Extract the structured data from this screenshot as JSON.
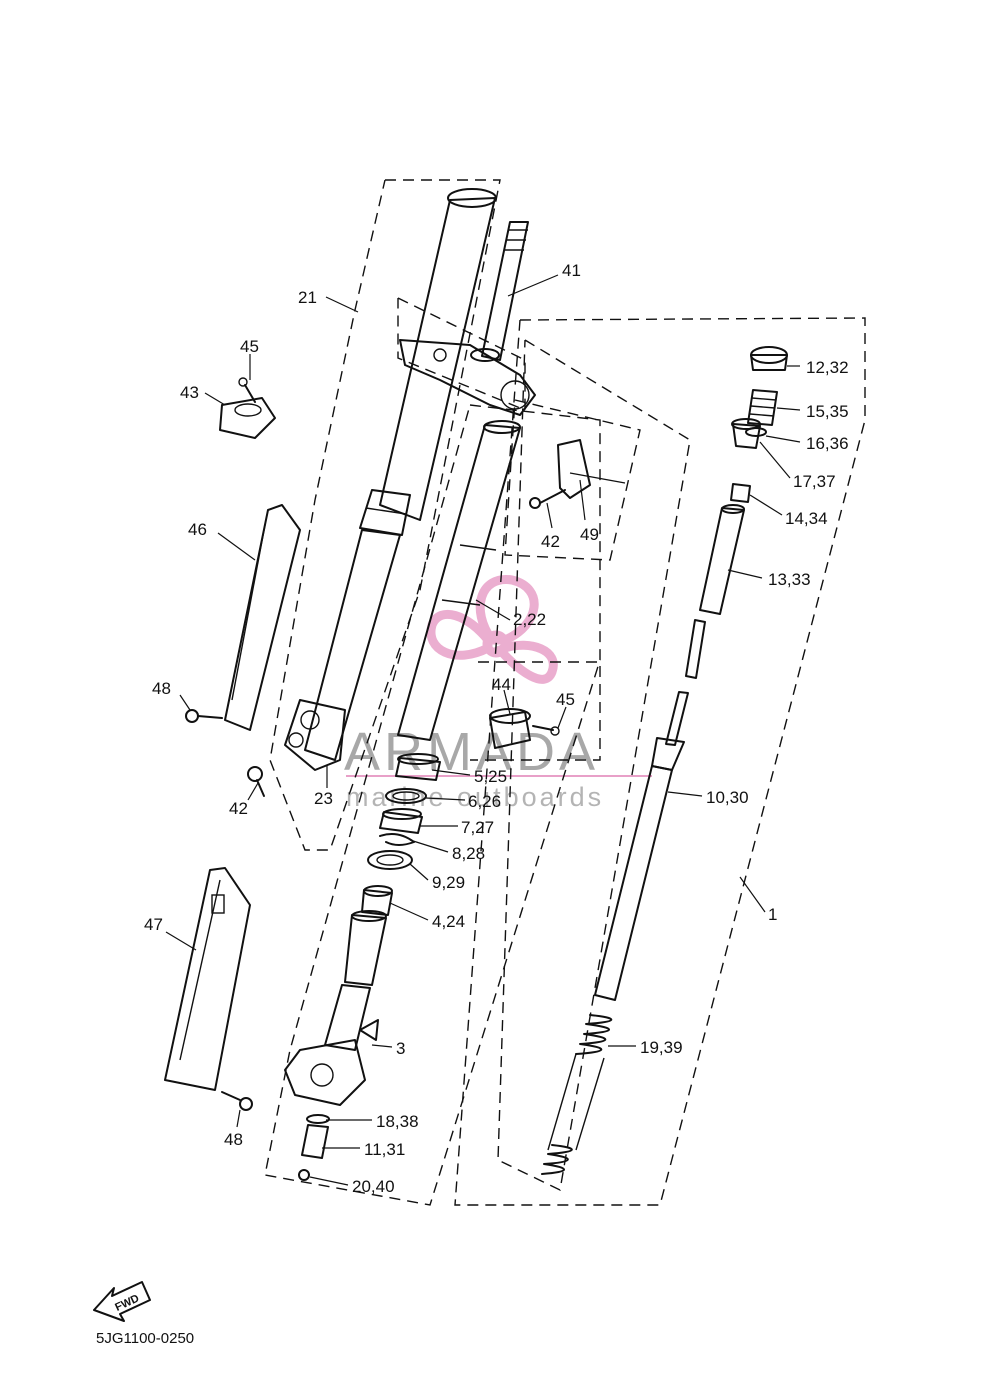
{
  "watermark": {
    "title": "ARMADA",
    "subtitle": "marine outboards",
    "color": "#e8a0c8"
  },
  "direction_label": "FWD",
  "diagram_code": "5JG1100-0250",
  "callouts": [
    {
      "id": "c21",
      "text": "21"
    },
    {
      "id": "c41",
      "text": "41"
    },
    {
      "id": "c45a",
      "text": "45"
    },
    {
      "id": "c43",
      "text": "43"
    },
    {
      "id": "c12",
      "text": "12,32"
    },
    {
      "id": "c15",
      "text": "15,35"
    },
    {
      "id": "c16",
      "text": "16,36"
    },
    {
      "id": "c17",
      "text": "17,37"
    },
    {
      "id": "c14",
      "text": "14,34"
    },
    {
      "id": "c42a",
      "text": "42"
    },
    {
      "id": "c49",
      "text": "49"
    },
    {
      "id": "c46",
      "text": "46"
    },
    {
      "id": "c13",
      "text": "13,33"
    },
    {
      "id": "c2",
      "text": "2,22"
    },
    {
      "id": "c44",
      "text": "44"
    },
    {
      "id": "c45b",
      "text": "45"
    },
    {
      "id": "c48a",
      "text": "48"
    },
    {
      "id": "c5",
      "text": "5,25"
    },
    {
      "id": "c10",
      "text": "10,30"
    },
    {
      "id": "c6",
      "text": "6,26"
    },
    {
      "id": "c42b",
      "text": "42"
    },
    {
      "id": "c23",
      "text": "23"
    },
    {
      "id": "c7",
      "text": "7,27"
    },
    {
      "id": "c8",
      "text": "8,28"
    },
    {
      "id": "c9",
      "text": "9,29"
    },
    {
      "id": "c1",
      "text": "1"
    },
    {
      "id": "c4",
      "text": "4,24"
    },
    {
      "id": "c47",
      "text": "47"
    },
    {
      "id": "c3",
      "text": "3"
    },
    {
      "id": "c19",
      "text": "19,39"
    },
    {
      "id": "c18",
      "text": "18,38"
    },
    {
      "id": "c48b",
      "text": "48"
    },
    {
      "id": "c11",
      "text": "11,31"
    },
    {
      "id": "c20",
      "text": "20,40"
    }
  ]
}
